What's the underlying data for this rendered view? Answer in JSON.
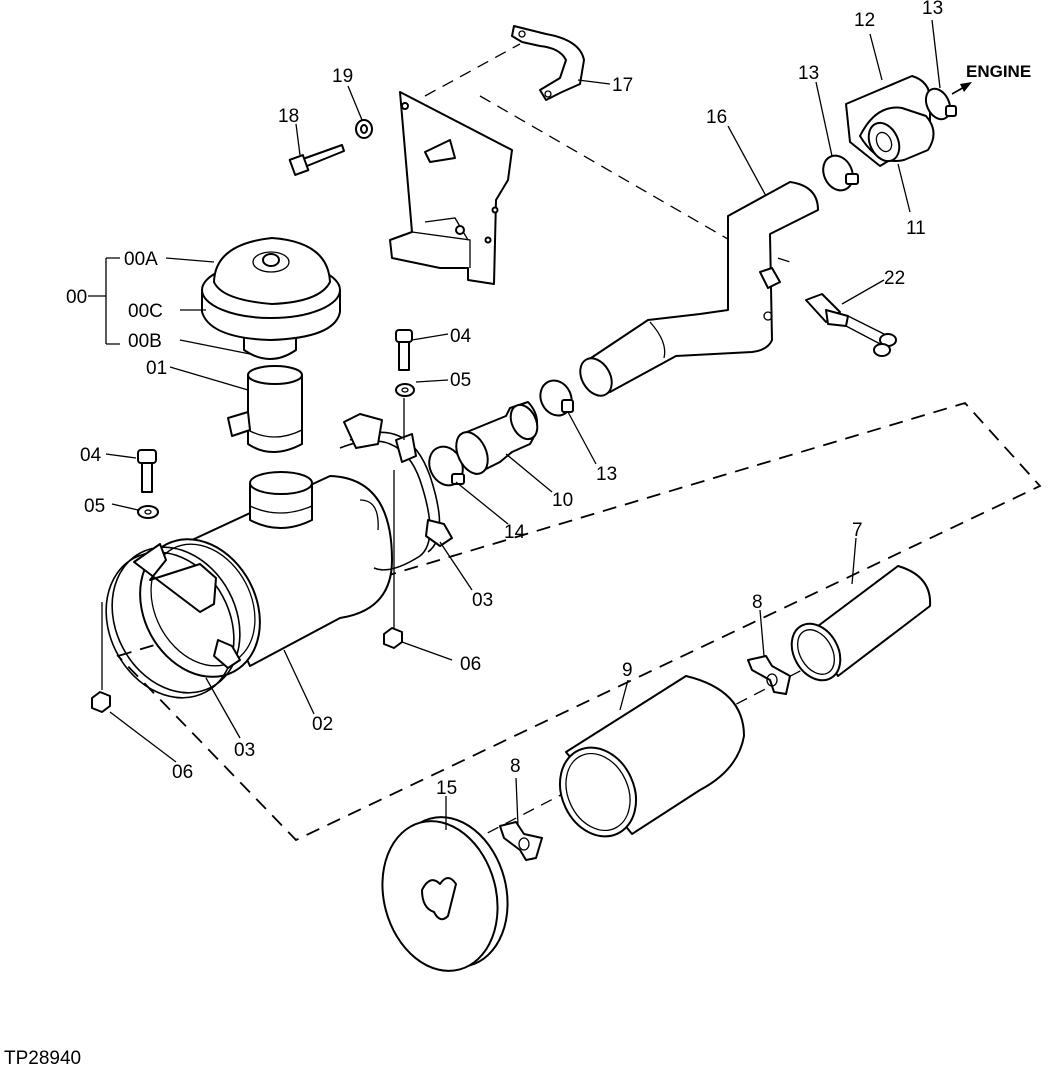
{
  "labels": {
    "p00": "00",
    "p00A": "00A",
    "p00B": "00B",
    "p00C": "00C",
    "p01": "01",
    "p02": "02",
    "p03a": "03",
    "p03b": "03",
    "p04a": "04",
    "p04b": "04",
    "p05a": "05",
    "p05b": "05",
    "p06a": "06",
    "p06b": "06",
    "p7": "7",
    "p8a": "8",
    "p8b": "8",
    "p9": "9",
    "p10": "10",
    "p11": "11",
    "p12": "12",
    "p13a": "13",
    "p13b": "13",
    "p13c": "13",
    "p14": "14",
    "p15": "15",
    "p16": "16",
    "p17": "17",
    "p18": "18",
    "p19": "19",
    "p22": "22"
  },
  "engine_label": "ENGINE",
  "figure_id": "TP28940"
}
